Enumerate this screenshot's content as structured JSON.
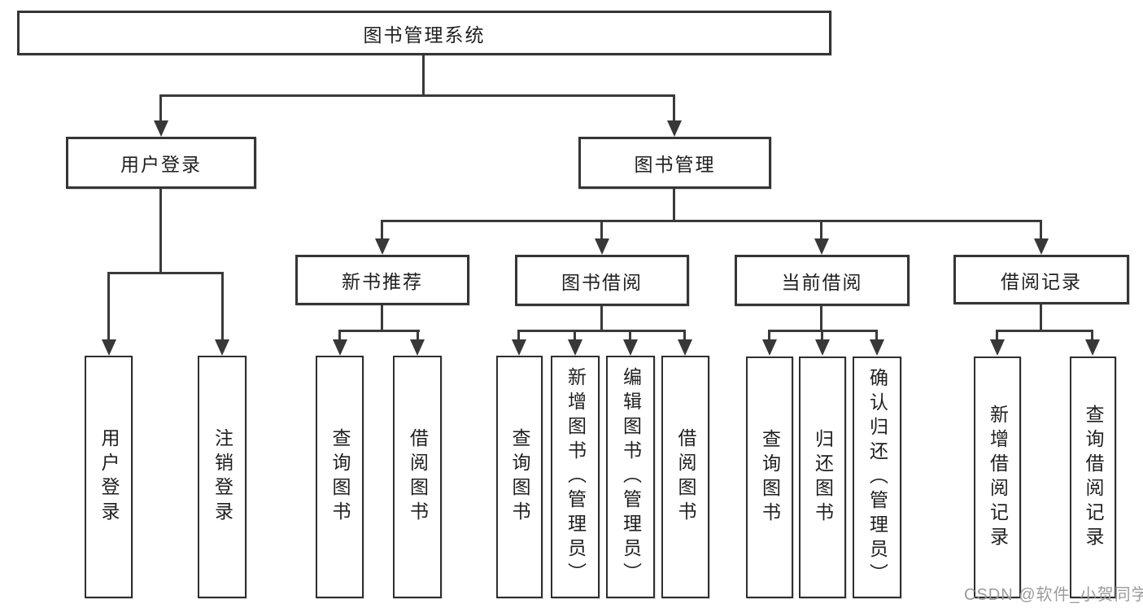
{
  "diagram_type": "hierarchy-tree",
  "tree": {
    "label": "图书管理系统",
    "children": [
      {
        "label": "用户登录",
        "children": [
          {
            "label": "用户登录"
          },
          {
            "label": "注销登录"
          }
        ]
      },
      {
        "label": "图书管理",
        "children": [
          {
            "label": "新书推荐",
            "children": [
              {
                "label": "查询图书"
              },
              {
                "label": "借阅图书"
              }
            ]
          },
          {
            "label": "图书借阅",
            "children": [
              {
                "label": "查询图书"
              },
              {
                "label": "新增图书（管理员）"
              },
              {
                "label": "编辑图书（管理员）"
              },
              {
                "label": "借阅图书"
              }
            ]
          },
          {
            "label": "当前借阅",
            "children": [
              {
                "label": "查询图书"
              },
              {
                "label": "归还图书"
              },
              {
                "label": "确认归还（管理员）"
              }
            ]
          },
          {
            "label": "借阅记录",
            "children": [
              {
                "label": "新增借阅记录"
              },
              {
                "label": "查询借阅记录"
              }
            ]
          }
        ]
      }
    ]
  },
  "watermark": {
    "text": "CSDN @软件_小贺同学"
  },
  "colors": {
    "line": "#3a3a3a",
    "box_border": "#333333",
    "text": "#1f1f1f",
    "watermark": "#9b9b9b",
    "background": "#ffffff"
  }
}
